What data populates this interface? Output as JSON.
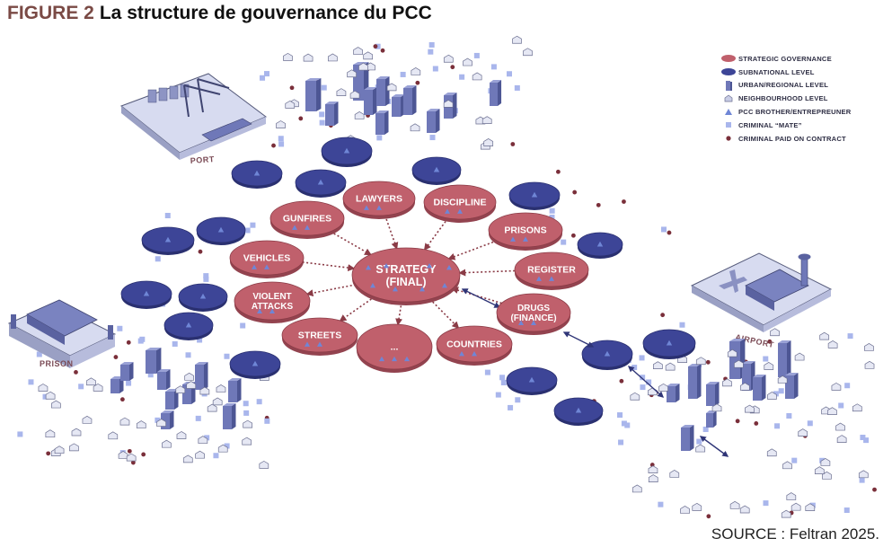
{
  "title": {
    "figure": "FIGURE 2",
    "text": "La structure de gouvernance du PCC"
  },
  "source": "SOURCE : Feltran 2025.",
  "colors": {
    "strategic": "#c0606c",
    "strategic_stroke": "#8a3b46",
    "subnational": "#3d4597",
    "subnational_top": "#4b54a8",
    "building": "#6f78b8",
    "building_side": "#4d5694",
    "triangle": "#6f86d6",
    "mate": "#a9b6ec",
    "paid": "#7a2f3a",
    "arrow_dotted": "#8a3b46",
    "arrow_solid": "#2f3577"
  },
  "legend": [
    {
      "symbol": "strategic-ellipse",
      "label": "STRATEGIC GOVERNANCE"
    },
    {
      "symbol": "subnational-ellipse",
      "label": "SUBNATIONAL LEVEL"
    },
    {
      "symbol": "building-block",
      "label": "URBAN/REGIONAL LEVEL"
    },
    {
      "symbol": "house",
      "label": "NEIGHBOURHOOD LEVEL"
    },
    {
      "symbol": "triangle",
      "label": "PCC BROTHER/ENTREPREUNER"
    },
    {
      "symbol": "square",
      "label": "CRIMINAL “MATE”"
    },
    {
      "symbol": "dot",
      "label": "CRIMINAL PAID ON CONTRACT"
    }
  ],
  "center": {
    "line1": "STRATEGY",
    "line2": "(FINAL)"
  },
  "strategic_nodes": [
    {
      "id": "lawyers",
      "lines": [
        "LAWYERS"
      ]
    },
    {
      "id": "discipline",
      "lines": [
        "DISCIPLINE"
      ]
    },
    {
      "id": "gunfires",
      "lines": [
        "GUNFIRES"
      ]
    },
    {
      "id": "prisons",
      "lines": [
        "PRISONS"
      ]
    },
    {
      "id": "vehicles",
      "lines": [
        "VEHICLES"
      ]
    },
    {
      "id": "register",
      "lines": [
        "REGISTER"
      ]
    },
    {
      "id": "violent-attacks",
      "lines": [
        "VIOLENT",
        "ATTACKS"
      ]
    },
    {
      "id": "drugs-finance",
      "lines": [
        "DRUGS",
        "(FINANCE)"
      ]
    },
    {
      "id": "streets",
      "lines": [
        "STREETS"
      ]
    },
    {
      "id": "ellipsis",
      "lines": [
        "..."
      ]
    },
    {
      "id": "countries",
      "lines": [
        "COUNTRIES"
      ]
    }
  ],
  "places": {
    "port": "PORT",
    "prison": "PRISON",
    "airport": "AIRPORT"
  }
}
